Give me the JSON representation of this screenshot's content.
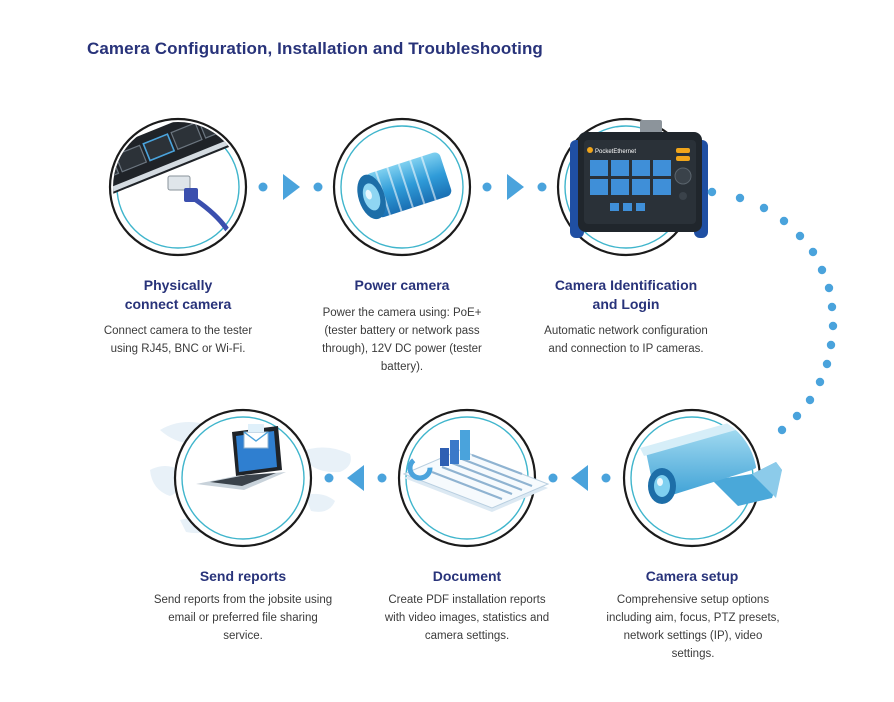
{
  "title": "Camera Configuration, Installation and Troubleshooting",
  "colors": {
    "navy": "#28337a",
    "accent": "#4aa3dc",
    "circle_outer": "#1b1b1b",
    "circle_inner": "#3fb5cc",
    "text": "#3b3b3b"
  },
  "device_brand": "PocketEthernet",
  "steps": [
    {
      "id": "physically-connect",
      "title": "Physically connect camera",
      "description": "Connect camera to the tester using RJ45, BNC or Wi-Fi.",
      "icon": "ethernet-port-cable-icon"
    },
    {
      "id": "power-camera",
      "title": "Power camera",
      "description": "Power the camera using: PoE+ (tester battery or network pass through), 12V DC power (tester battery).",
      "icon": "camera-lens-cylinder-icon"
    },
    {
      "id": "camera-identification",
      "title": "Camera Identification and Login",
      "description": "Automatic network configuration and connection to IP cameras.",
      "icon": "tester-device-icon"
    },
    {
      "id": "camera-setup",
      "title": "Camera setup",
      "description": "Comprehensive setup options including aim, focus, PTZ presets, network settings (IP), video settings.",
      "icon": "cctv-camera-icon"
    },
    {
      "id": "document",
      "title": "Document",
      "description": "Create PDF installation reports with video images, statistics and camera settings.",
      "icon": "report-document-icon"
    },
    {
      "id": "send-reports",
      "title": "Send reports",
      "description": "Send reports from the jobsite using email or preferred file sharing service.",
      "icon": "laptop-email-icon"
    }
  ]
}
